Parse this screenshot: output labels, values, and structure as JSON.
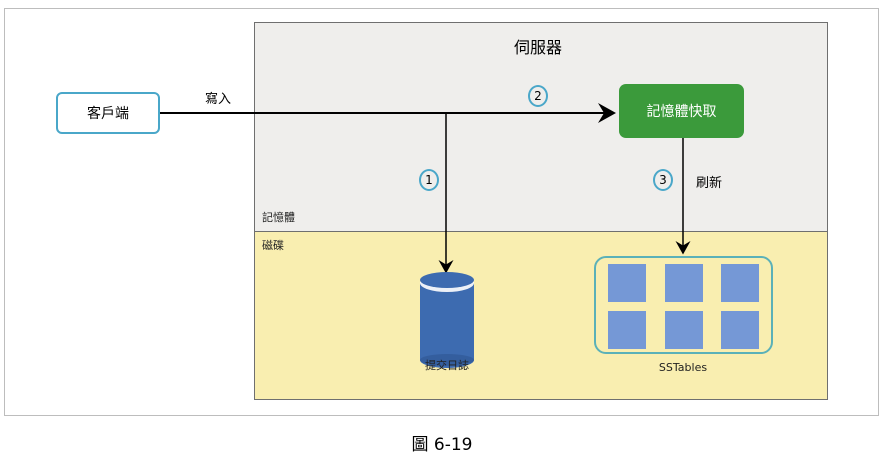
{
  "server_title": "伺服器",
  "memory_label": "記憶體",
  "disk_label": "磁碟",
  "client": "客戶端",
  "write_label": "寫入",
  "memcache": "記憶體快取",
  "flush_label": "刷新",
  "steps": [
    "1",
    "2",
    "3"
  ],
  "commit_log": "提交日誌",
  "sstables": "SSTables",
  "caption": "圖 6-19",
  "colors": {
    "cache": "#3b9a3b",
    "disk": "#f9eeb0",
    "memory": "#efeeec",
    "table": "#7598d6",
    "cylinder": "#3d6bb0"
  }
}
